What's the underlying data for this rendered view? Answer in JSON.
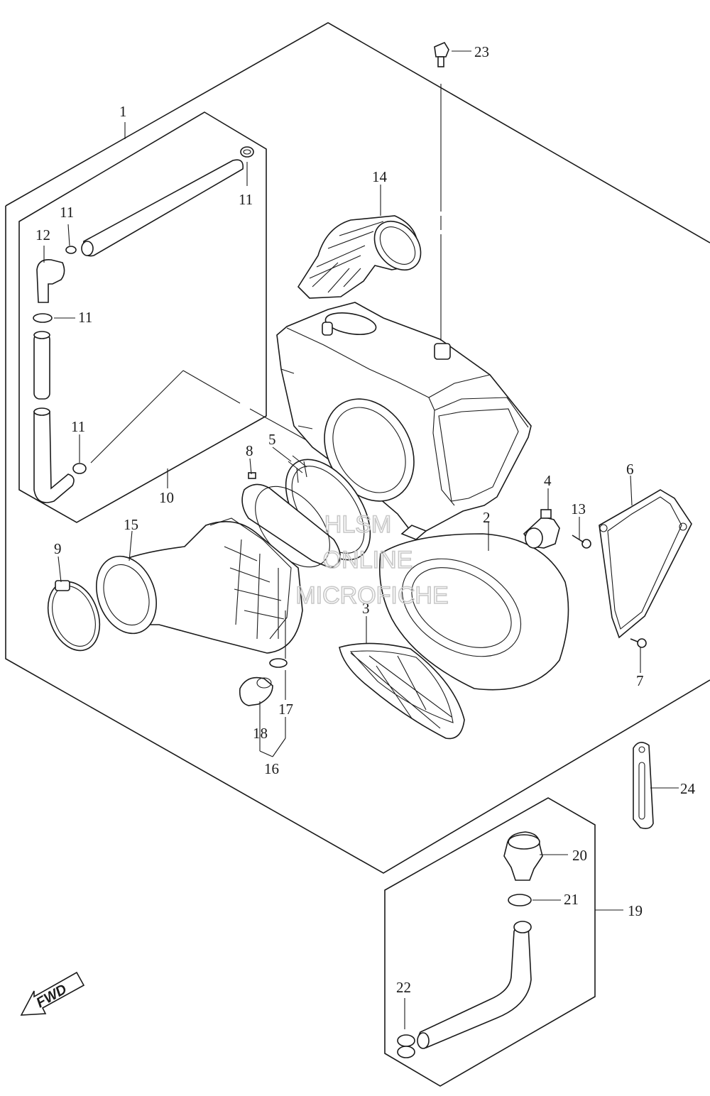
{
  "callouts": [
    "1",
    "2",
    "3",
    "4",
    "5",
    "6",
    "7",
    "8",
    "9",
    "10",
    "11",
    "11",
    "11",
    "11",
    "12",
    "13",
    "14",
    "15",
    "16",
    "17",
    "18",
    "19",
    "20",
    "21",
    "22",
    "23",
    "24"
  ],
  "watermark": {
    "line1": "HLSM",
    "line2": "ONLINE",
    "line3": "MICROFICHE"
  },
  "fwd_label": "FWD"
}
